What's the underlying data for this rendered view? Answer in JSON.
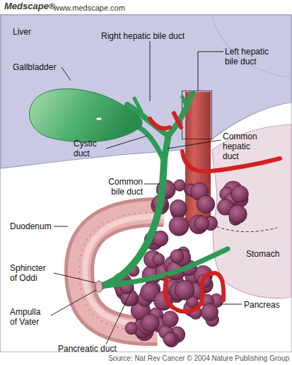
{
  "diagram": {
    "caption": "Source: Nat Rev Cancer © 2004 Nature Publishing Group",
    "labels": [
      "Medscape®",
      "www.medscape.com",
      "Liver",
      "Right hepatic bile duct",
      "Left hepatic bile duct",
      "Gallbladder",
      "Cystic duct",
      "Common hepatic duct",
      "Common bile duct",
      "Duodenum",
      "Sphincter of Oddi",
      "Ampulla of Vater",
      "Stomach",
      "Pancreas",
      "Pancreatic duct"
    ]
  }
}
